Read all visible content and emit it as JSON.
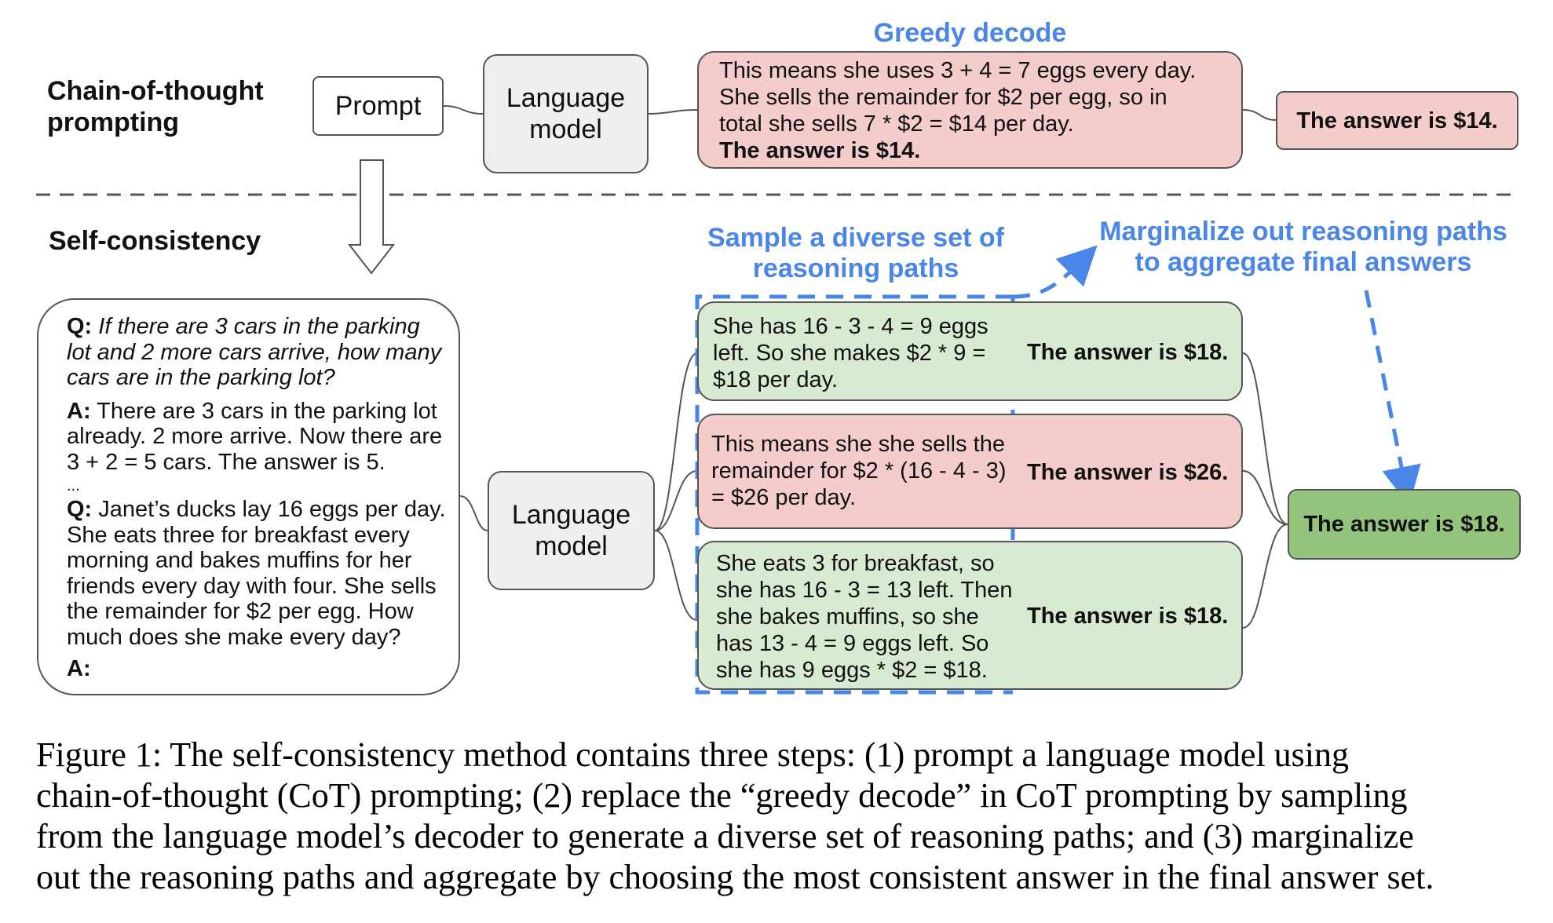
{
  "cot": {
    "label_line1": "Chain-of-thought",
    "label_line2": "prompting",
    "prompt": "Prompt",
    "lm_line1": "Language",
    "lm_line2": "model",
    "greedy_title": "Greedy decode",
    "greedy_line1": "This means she uses 3 + 4 = 7 eggs every day.",
    "greedy_line2": "She sells the remainder for $2 per egg, so in",
    "greedy_line3": "total she sells 7 * $2 = $14 per day.",
    "greedy_line4": "The answer is $14.",
    "answer": "The answer is $14."
  },
  "sc": {
    "label": "Self-consistency",
    "sample_title_line1": "Sample a diverse set of",
    "sample_title_line2": "reasoning paths",
    "marginalize_line1": "Marginalize out reasoning paths",
    "marginalize_line2": "to aggregate final answers",
    "lm_line1": "Language",
    "lm_line2": "model",
    "prompt": {
      "q1_label": "Q:",
      "q1_l1": " If there are 3 cars in the parking",
      "q1_l2": "lot and 2 more cars arrive, how many",
      "q1_l3": "cars are in the parking lot?",
      "a1_label": "A:",
      "a1_l1": " There are 3 cars in the parking lot",
      "a1_l2": "already. 2 more arrive. Now there are",
      "a1_l3": "3 + 2 = 5 cars. The answer is 5.",
      "ellipsis": "...",
      "q2_label": "Q:",
      "q2_l1": " Janet’s ducks lay 16 eggs per day.",
      "q2_l2": "She eats three for breakfast every",
      "q2_l3": "morning and bakes muffins for her",
      "q2_l4": "friends every day with four. She sells",
      "q2_l5": "the remainder for $2 per egg. How",
      "q2_l6": "much does she make every day?",
      "a2_label": "A:"
    },
    "paths": [
      {
        "lines": [
          "She has 16 - 3 - 4 = 9 eggs",
          "left. So she makes $2 * 9 =",
          "$18 per day."
        ],
        "answer": "The answer is $18."
      },
      {
        "lines": [
          "This means she she sells the",
          "remainder for $2 * (16 - 4 - 3)",
          "= $26 per day."
        ],
        "answer": "The answer is $26."
      },
      {
        "lines": [
          "She eats 3 for breakfast, so",
          "she has 16 - 3 = 13 left. Then",
          "she bakes muffins, so she",
          "has 13 - 4 = 9 eggs left. So",
          "she has 9 eggs * $2 = $18."
        ],
        "answer": "The answer is $18."
      }
    ],
    "final_answer": "The answer is $18."
  },
  "caption": {
    "l1": "Figure 1: The self-consistency method contains three steps: (1) prompt a language model using",
    "l2": "chain-of-thought (CoT) prompting; (2) replace the “greedy decode” in CoT prompting by sampling",
    "l3": "from the language model’s decoder to generate a diverse set of reasoning paths; and (3) marginalize",
    "l4": "out the reasoning paths and aggregate by choosing the most consistent answer in the final answer set."
  },
  "colors": {
    "blue_accent": "#4a86e8",
    "pink_box": "#f4cccc",
    "light_green_box": "#d9ead3",
    "dark_green_box": "#93c47d",
    "grey_box": "#efefef"
  }
}
